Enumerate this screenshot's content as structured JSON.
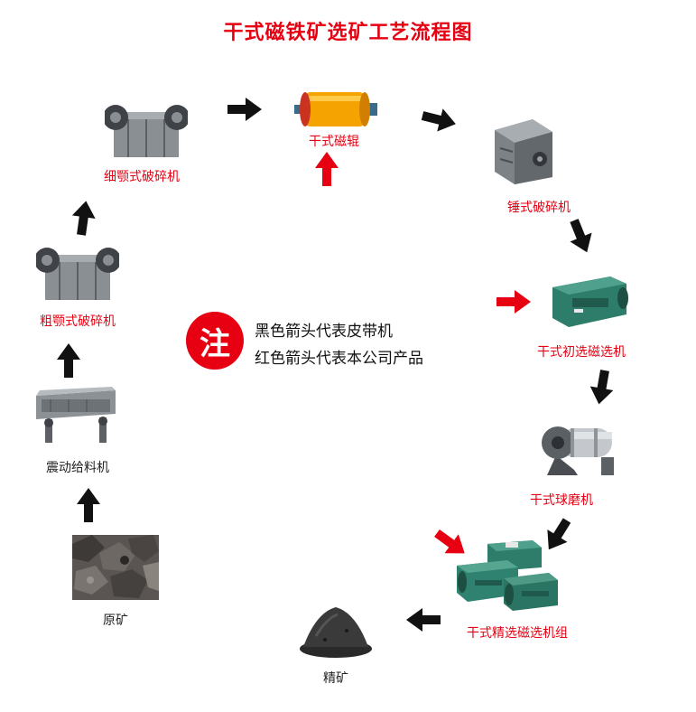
{
  "title": "干式磁铁矿选矿工艺流程图",
  "colors": {
    "title": "#e60012",
    "black_arrow": "#111111",
    "red_arrow": "#e60012",
    "note_circle": "#e60012",
    "machine_gray": "#6f7377",
    "machine_green": "#2e7d6b",
    "magnet_roll": "#f5a300"
  },
  "nodes": {
    "raw_ore": "原矿",
    "vibrating_feeder": "震动给料机",
    "coarse_jaw_crusher": "粗颚式破碎机",
    "fine_jaw_crusher": "细颚式破碎机",
    "dry_magnetic_roll": "干式磁辊",
    "hammer_crusher": "锤式破碎机",
    "dry_primary_separator": "干式初选磁选机",
    "dry_ball_mill": "干式球磨机",
    "dry_fine_separator_group": "干式精选磁选机组",
    "concentrate": "精矿"
  },
  "note": {
    "badge": "注",
    "line1": "黑色箭头代表皮带机",
    "line2": "红色箭头代表本公司产品"
  }
}
